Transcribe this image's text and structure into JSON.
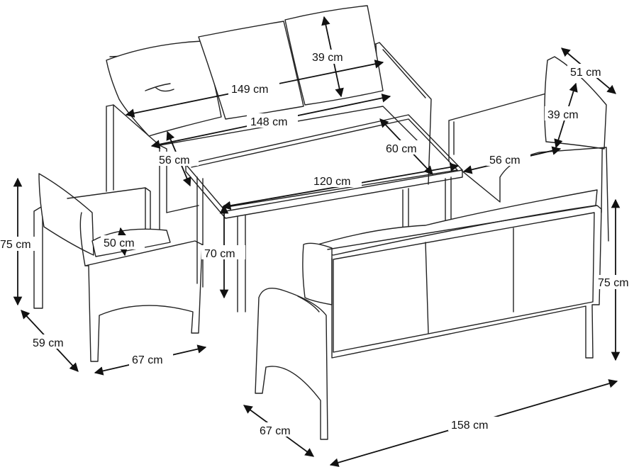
{
  "labels": {
    "sofa_cushion_height": "39 cm",
    "sofa_width_top": "149 cm",
    "sofa_width_base": "148 cm",
    "sofa_depth": "56 cm",
    "armchair_back_width": "51 cm",
    "armchair_cushion_height": "39 cm",
    "table_depth": "60 cm",
    "armchair_right_depth": "56 cm",
    "table_width": "120 cm",
    "armchair_left_height": "75 cm",
    "armchair_left_seat_depth": "50 cm",
    "table_height": "70 cm",
    "bench_height": "75 cm",
    "armchair_left_depth": "59 cm",
    "armchair_left_width": "67 cm",
    "bench_depth": "67 cm",
    "bench_width": "158 cm"
  }
}
